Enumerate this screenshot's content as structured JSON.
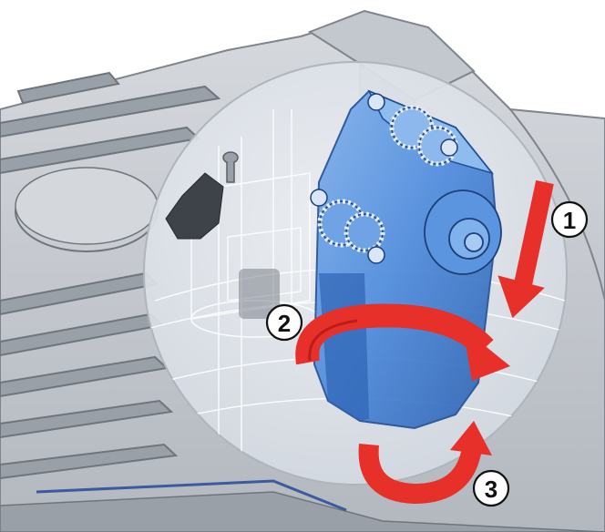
{
  "colors": {
    "background": "#ffffff",
    "housing": "#c9cdd3",
    "housing_dark": "#8d939b",
    "housing_light": "#e3e6ea",
    "lens": "#dfe4ea",
    "lens_edge": "#b8bec6",
    "part_blue": "#3f7fd6",
    "part_blue_dark": "#2a5fae",
    "part_blue_light": "#7fb1ec",
    "arrow_red": "#e8302b",
    "arrow_red_dark": "#b81e1a",
    "step_circle_fill": "#ffffff",
    "step_circle_stroke": "#111111"
  },
  "steps": [
    {
      "label": "1",
      "action": "arrow-down"
    },
    {
      "label": "2",
      "action": "rotate-clockwise"
    },
    {
      "label": "3",
      "action": "rotate-counterclockwise"
    }
  ]
}
